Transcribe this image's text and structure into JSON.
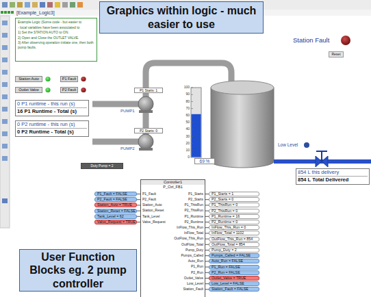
{
  "diagram": {
    "nodes": [
      {
        "text": [
          "Graphics within logic - much easier to use"
        ]
      },
      {
        "text": [
          "Example Logic (Some code - but easier to",
          "- local variables have been associated to",
          "1) Set the STATION AUTO to ON.",
          "2) Open and Close the OUTLET VALVE.",
          "3) After observing operation initiate one, then both pump faults."
        ]
      },
      {
        "text": [
          "Reset"
        ]
      },
      {
        "text": [
          "Station Auto"
        ]
      },
      {
        "text": [
          "P1 Fault"
        ]
      },
      {
        "text": [
          "Outlet Valve"
        ]
      },
      {
        "text": [
          "P2 Fault"
        ]
      },
      {
        "text": [
          "0 P1 runtime - this run (s)",
          "16 P1 Runtime - Total (s)"
        ]
      },
      {
        "text": [
          "0 P2 runtime - this run (s)",
          "0 P2 Runtime - Total (s)"
        ]
      },
      {
        "text": [
          "P1 Starts: 1"
        ]
      },
      {
        "text": [
          "P2 Starts: 0"
        ]
      },
      {
        "text": [
          "Duty Pump = 2"
        ]
      },
      {
        "text": [
          "69 %"
        ]
      },
      {
        "text": [
          "854 L this delivery",
          "854 L Total Delivered"
        ]
      },
      {
        "text": [
          "Controller1",
          "P_Ctrl_FB1"
        ]
      },
      {
        "text": [
          "P1_Fault = FALSE"
        ]
      },
      {
        "text": [
          "P2_Fault = FALSE"
        ]
      },
      {
        "text": [
          "Station_Auto = TRUE"
        ]
      },
      {
        "text": [
          "Station_Reset = FALSE"
        ]
      },
      {
        "text": [
          "Tank_Level = 62"
        ]
      },
      {
        "text": [
          "Valve_Request = TRUE"
        ]
      },
      {
        "text": [
          "P1_Starts = 1"
        ]
      },
      {
        "text": [
          "P2_Starts = 0"
        ]
      },
      {
        "text": [
          "P1_ThisRun = 0"
        ]
      },
      {
        "text": [
          "P2_ThisRun = 0"
        ]
      },
      {
        "text": [
          "P1_Runtime = 16"
        ]
      },
      {
        "text": [
          "P2_Runtime = 0"
        ]
      },
      {
        "text": [
          "InFlow_This_Run = 0"
        ]
      },
      {
        "text": [
          "InFlow_Total = 1102"
        ]
      },
      {
        "text": [
          "OutFlow_This_Run = 854"
        ]
      },
      {
        "text": [
          "OutFlow_Total = 854"
        ]
      },
      {
        "text": [
          "Pump_Duty = 2"
        ]
      },
      {
        "text": [
          "Pumps_Called = FALSE"
        ]
      },
      {
        "text": [
          "Auto_Run = FALSE"
        ]
      },
      {
        "text": [
          "P1_Run = FALSE"
        ]
      },
      {
        "text": [
          "P2_Run = FALSE"
        ]
      },
      {
        "text": [
          "Outlet_Valve = TRUE"
        ]
      },
      {
        "text": [
          "Low_Level = FALSE"
        ]
      },
      {
        "text": [
          "Station_Fault = FALSE"
        ]
      },
      {
        "text": [
          "User Function Blocks eg. 2 pump controller"
        ]
      }
    ],
    "edges": [
      {
        "from": 15,
        "to": 14,
        "arrow": "none"
      },
      {
        "from": 16,
        "to": 14,
        "arrow": "none"
      },
      {
        "from": 17,
        "to": 14,
        "arrow": "none"
      },
      {
        "from": 18,
        "to": 14,
        "arrow": "none"
      },
      {
        "from": 19,
        "to": 14,
        "arrow": "none"
      },
      {
        "from": 20,
        "to": 14,
        "arrow": "none"
      },
      {
        "from": 14,
        "to": 21,
        "arrow": "none"
      },
      {
        "from": 14,
        "to": 22,
        "arrow": "none"
      },
      {
        "from": 14,
        "to": 23,
        "arrow": "none"
      },
      {
        "from": 14,
        "to": 24,
        "arrow": "none"
      },
      {
        "from": 14,
        "to": 25,
        "arrow": "none"
      },
      {
        "from": 14,
        "to": 26,
        "arrow": "none"
      },
      {
        "from": 14,
        "to": 27,
        "arrow": "none"
      },
      {
        "from": 14,
        "to": 28,
        "arrow": "none"
      },
      {
        "from": 14,
        "to": 29,
        "arrow": "none"
      },
      {
        "from": 14,
        "to": 30,
        "arrow": "none"
      },
      {
        "from": 14,
        "to": 31,
        "arrow": "none"
      },
      {
        "from": 14,
        "to": 32,
        "arrow": "none"
      },
      {
        "from": 14,
        "to": 33,
        "arrow": "none"
      },
      {
        "from": 14,
        "to": 34,
        "arrow": "none"
      },
      {
        "from": 14,
        "to": 35,
        "arrow": "none"
      },
      {
        "from": 14,
        "to": 36,
        "arrow": "none"
      },
      {
        "from": 14,
        "to": 37,
        "arrow": "none"
      },
      {
        "from": 14,
        "to": 38,
        "arrow": "none"
      }
    ],
    "labels": [
      "[Example_Logic3]",
      "Station Fault",
      "PUMP1",
      "PUMP2",
      "100",
      "90",
      "80",
      "70",
      "60",
      "50",
      "40",
      "30",
      "20",
      "10",
      "0",
      "Low Level",
      "P1_Fault",
      "P2_Fault",
      "Station_Auto",
      "Station_Reset",
      "Tank_Level",
      "Valve_Request",
      "P1_Starts",
      "P2_Starts",
      "P1_ThisRun",
      "P2_ThisRun",
      "P1_Runtime",
      "P2_Runtime",
      "InFlow_This_Run",
      "InFlow_Total",
      "OutFlow_This_Run",
      "OutFlow_Total",
      "Pump_Duty",
      "Pumps_Called",
      "Auto_Run",
      "P1_Run",
      "P2_Run",
      "Outlet_Valve",
      "Low_Level",
      "Station_Fault"
    ]
  }
}
